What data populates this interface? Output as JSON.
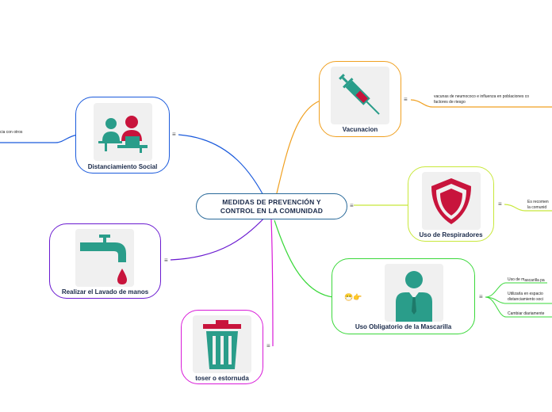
{
  "center": {
    "line1": "MEDIDAS DE PREVENCIÓN Y",
    "line2": "CONTROL EN LA COMUNIDAD"
  },
  "nodes": {
    "distanciamiento": {
      "label": "Distanciamiento Social",
      "icon": "people-at-desks-icon",
      "color": "#1a5adc"
    },
    "lavado": {
      "label": "Realizar el Lavado de manos",
      "icon": "faucet-drop-icon",
      "color": "#6a1ad0"
    },
    "toser": {
      "label": "toser o estornuda",
      "icon": "trash-bin-icon",
      "color": "#d81ad8"
    },
    "vacunacion": {
      "label": "Vacunacion",
      "icon": "syringe-icon",
      "color": "#f0a020"
    },
    "respiradores": {
      "label": "Uso de Respiradores",
      "icon": "shield-icon",
      "color": "#c8e83a"
    },
    "mascarilla": {
      "label": "Uso Obligatorio de la Mascarilla",
      "icon": "person-icon",
      "color": "#3ad83a",
      "emoji": "😷👉"
    }
  },
  "subtopics": {
    "distanciamiento": "cia con otros",
    "vacunacion": [
      "vacunas  de neumococo e influenza en pob",
      "laciones co",
      "factores de riesgo"
    ],
    "respiradores": [
      "Es recomen",
      "la comunid"
    ],
    "mascarilla": [
      {
        "a": "Uso de m",
        "b": "ascarilla pa"
      },
      {
        "a": "Utilizarla",
        "b": "en espacio",
        "c": "distanciamiento soci"
      },
      {
        "a": "Cambiar diariamente"
      }
    ]
  },
  "colors": {
    "teal": "#2a9d8a",
    "red": "#c8143c",
    "center_border": "#2a6a9a",
    "link_blue": "#1a5adc",
    "link_purple": "#6a1ad0",
    "link_magenta": "#d81ad8",
    "link_orange": "#f0a020",
    "link_lime": "#c8e83a",
    "link_green": "#3ad83a"
  },
  "collapse_symbol": "≡"
}
